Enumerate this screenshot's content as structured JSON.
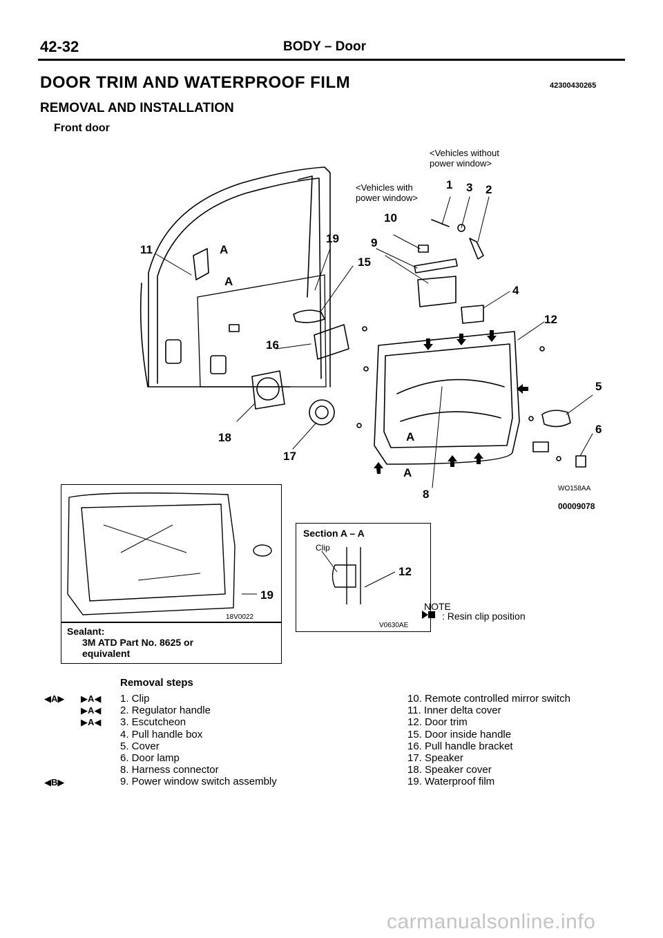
{
  "header": {
    "page_number": "42-32",
    "section": "BODY – Door"
  },
  "title": "DOOR TRIM AND WATERPROOF FILM",
  "doc_id": "42300430265",
  "subtitle": "REMOVAL AND INSTALLATION",
  "subsection": "Front door",
  "diagram": {
    "note_without_power": [
      "<Vehicles without",
      "power window>"
    ],
    "note_with_power": [
      "<Vehicles with",
      "power window>"
    ],
    "callouts": {
      "c1": "1",
      "c3": "3",
      "c2": "2",
      "c10": "10",
      "c9": "9",
      "c15": "15",
      "c4": "4",
      "c12": "12",
      "c5": "5",
      "c6": "6",
      "c11": "11",
      "c19": "19",
      "c16": "16",
      "c18": "18",
      "c17": "17",
      "c8": "8",
      "a1": "A",
      "a2": "A",
      "a3": "A",
      "a4": "A"
    },
    "figure_code": "WO158AA",
    "figure_number": "00009078"
  },
  "inset": {
    "callout": "19",
    "code": "18V0022",
    "sealant_label": "Sealant:",
    "sealant_spec": [
      "3M ATD Part No. 8625 or",
      "equivalent"
    ]
  },
  "section_aa": {
    "title": "Section A – A",
    "clip_label": "Clip",
    "callout": "12",
    "code": "V0630AE"
  },
  "note": {
    "label": "NOTE",
    "text": ": Resin clip position"
  },
  "removal": {
    "heading": "Removal steps",
    "left_steps": [
      "1. Clip",
      "2. Regulator handle",
      "3. Escutcheon",
      "4. Pull handle box",
      "5. Cover",
      "6. Door lamp",
      "8. Harness connector",
      "9. Power window switch assembly"
    ],
    "right_steps": [
      "10. Remote controlled mirror switch",
      "11. Inner delta cover",
      "12. Door trim",
      "15. Door inside handle",
      "16. Pull handle bracket",
      "17. Speaker",
      "18. Speaker cover",
      "19. Waterproof film"
    ],
    "markers": {
      "m1a": "◀A▶",
      "m1b": "▶A◀",
      "m2": "▶A◀",
      "m3": "▶A◀",
      "m9": "◀B▶"
    }
  },
  "watermark": "carmanualsonline.info"
}
